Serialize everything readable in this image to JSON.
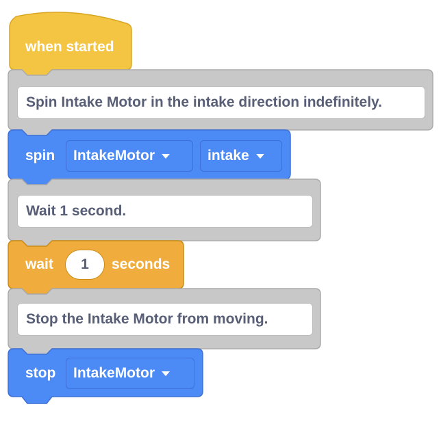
{
  "blocks": {
    "when_started": "when started",
    "comment1": "Spin Intake Motor in the intake direction indefinitely.",
    "spin": {
      "label": "spin",
      "motor": "IntakeMotor",
      "direction": "intake"
    },
    "comment2": "Wait 1 second.",
    "wait": {
      "label": "wait",
      "value": "1",
      "unit": "seconds"
    },
    "comment3": "Stop the Intake Motor from moving.",
    "stop": {
      "label": "stop",
      "motor": "IntakeMotor"
    }
  },
  "colors": {
    "hat": "#f4c542",
    "comment": "#c8c8c8",
    "motion": "#4c8bf5",
    "control": "#f0ac3c"
  }
}
